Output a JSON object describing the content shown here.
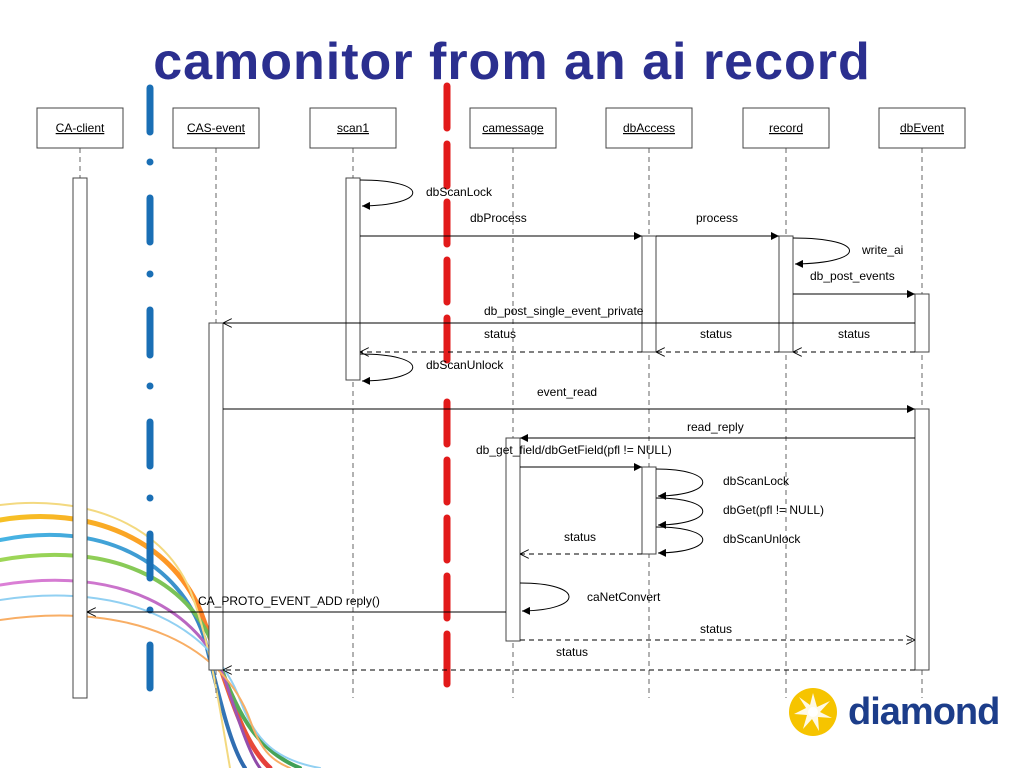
{
  "title": "camonitor from an ai record",
  "colors": {
    "title": "#2b2f8f",
    "blue_divider": "#1a6fb5",
    "red_divider": "#e21a1a",
    "logo_text": "#1c3d8a",
    "logo_sun": "#f6c400"
  },
  "lifelines": [
    {
      "id": "ca-client",
      "label": "CA-client"
    },
    {
      "id": "cas-event",
      "label": "CAS-event"
    },
    {
      "id": "scan1",
      "label": "scan1"
    },
    {
      "id": "camessage",
      "label": "camessage"
    },
    {
      "id": "dbaccess",
      "label": "dbAccess"
    },
    {
      "id": "record",
      "label": "record"
    },
    {
      "id": "dbevent",
      "label": "dbEvent"
    }
  ],
  "messages": {
    "dbScanLock_1": "dbScanLock",
    "dbProcess": "dbProcess",
    "process": "process",
    "write_ai": "write_ai",
    "db_post_events": "db_post_events",
    "db_post_single_event_private": "db_post_single_event_private",
    "status_1": "status",
    "status_2": "status",
    "status_3": "status",
    "dbScanUnlock_1": "dbScanUnlock",
    "event_read": "event_read",
    "read_reply": "read_reply",
    "db_get_field": "db_get_field/dbGetField(pfl != NULL)",
    "dbScanLock_2": "dbScanLock",
    "dbGet": "dbGet(pfl != NULL)",
    "dbScanUnlock_2": "dbScanUnlock",
    "status_4": "status",
    "caNetConvert": "caNetConvert",
    "ca_proto_reply": "CA_PROTO_EVENT_ADD reply()",
    "status_5": "status",
    "status_6": "status"
  },
  "logo": {
    "text": "diamond",
    "icon": "diamond-sun-logo-icon"
  }
}
